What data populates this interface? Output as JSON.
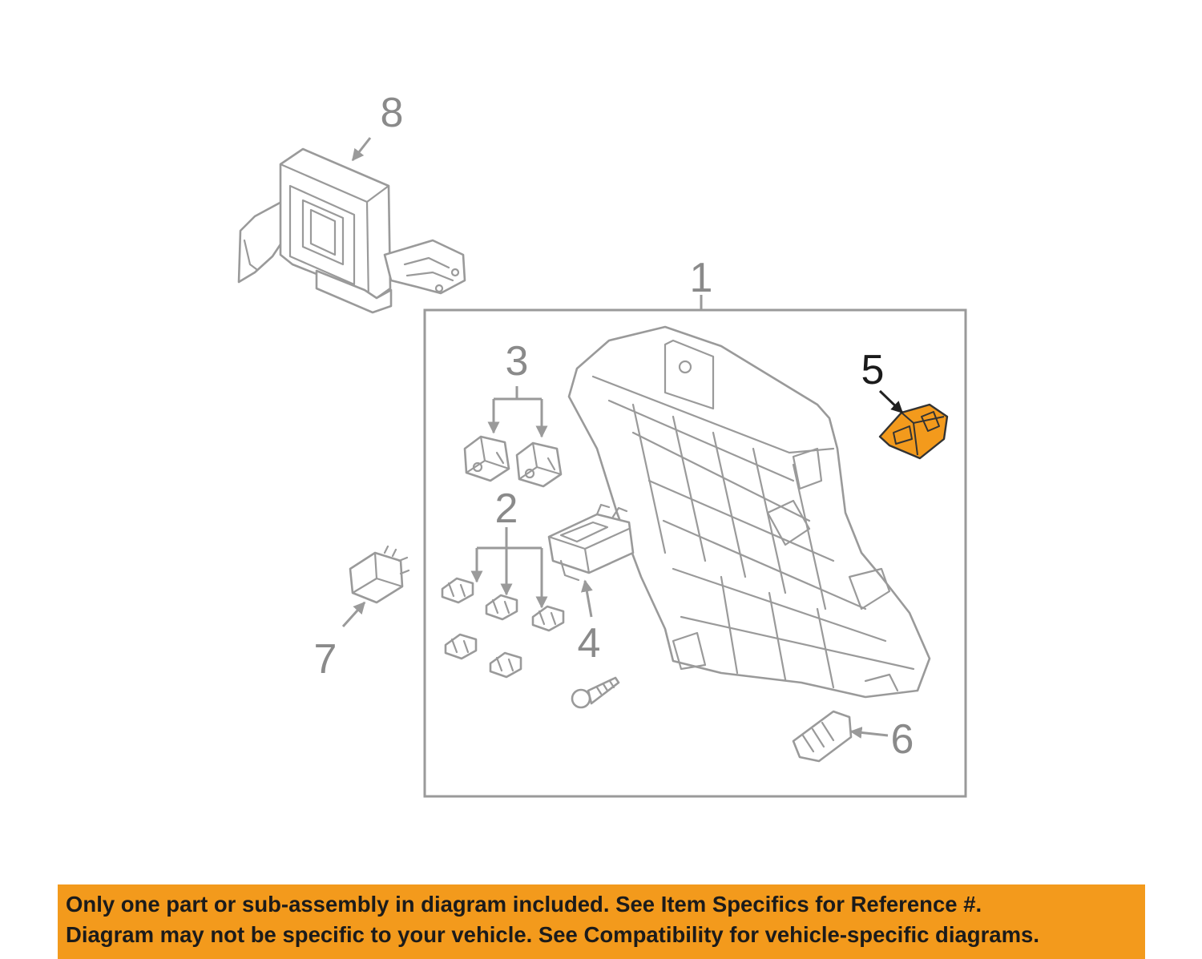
{
  "diagram": {
    "callouts": {
      "c1": "1",
      "c2": "2",
      "c3": "3",
      "c4": "4",
      "c5": "5",
      "c6": "6",
      "c7": "7",
      "c8": "8"
    },
    "highlighted_callout": "5",
    "colors": {
      "line_art": "#9a9a9a",
      "highlight_fill": "#f39a1c",
      "banner_background": "#f39a1c",
      "banner_text": "#1b1b1b",
      "callout_text": "#8a8a8a"
    }
  },
  "banner": {
    "line1": "Only one part or sub-assembly in diagram included. See Item Specifics for Reference #.",
    "line2": "Diagram may not be specific to your vehicle. See Compatibility for vehicle-specific diagrams."
  }
}
